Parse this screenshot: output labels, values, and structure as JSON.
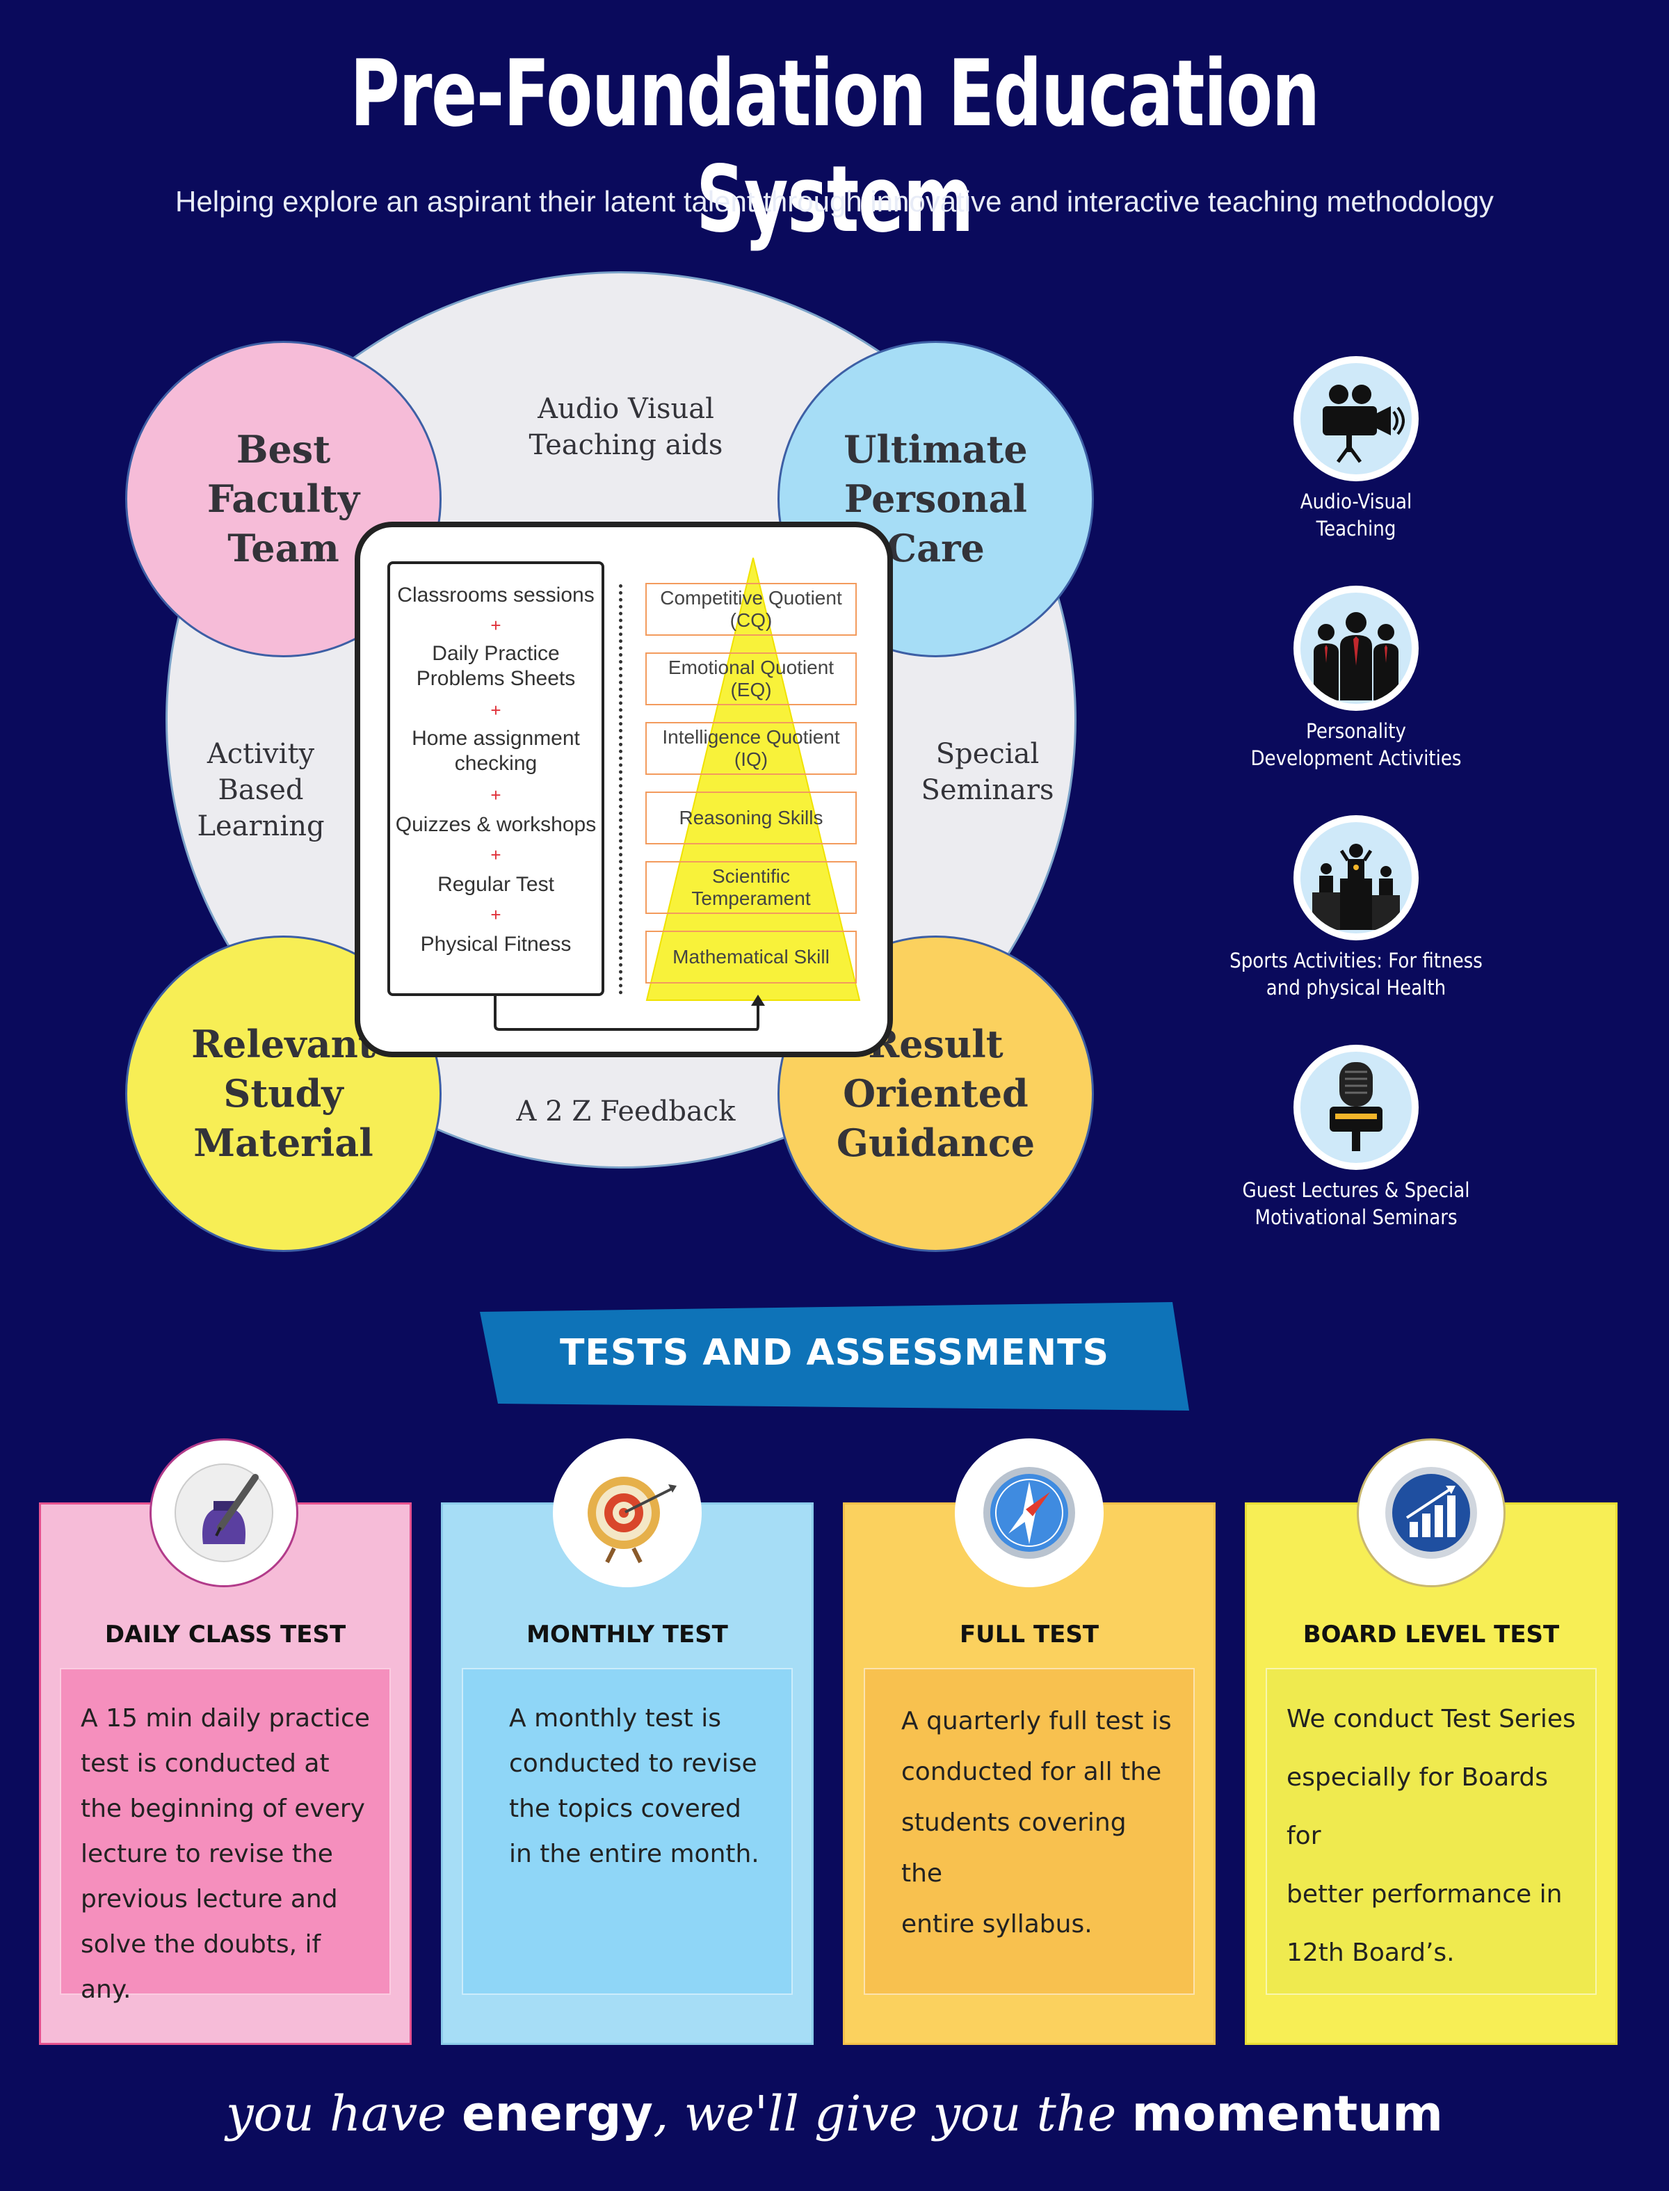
{
  "header": {
    "title": "Pre-Foundation Education System",
    "subtitle": "Helping explore an aspirant their latent talent through innovative and interactive teaching methodology"
  },
  "diagram": {
    "corner_circles": {
      "faculty": "Best\nFaculty\nTeam",
      "care": "Ultimate\nPersonal\nCare",
      "material": "Relevant\nStudy\nMaterial",
      "result": "Result\nOriented\nGuidance"
    },
    "disc_labels": {
      "audio_visual": "Audio Visual\nTeaching aids",
      "activity": "Activity\nBased\nLearning",
      "seminars": "Special\nSeminars",
      "feedback": "A 2 Z Feedback"
    },
    "inputs": [
      "Classrooms sessions",
      "Daily Practice\nProblems Sheets",
      "Home assignment\nchecking",
      "Quizzes & workshops",
      "Regular Test",
      "Physical Fitness"
    ],
    "plus_symbol": "+",
    "quotients": [
      "Competitive Quotient\n(CQ)",
      "Emotional Quotient\n(EQ)",
      "Intelligence Quotient\n(IQ)",
      "Reasoning Skills",
      "Scientific\nTemperament",
      "Mathematical Skill"
    ]
  },
  "activities": [
    {
      "label": "Audio-Visual\nTeaching",
      "icon": "video-camera-icon"
    },
    {
      "label": "Personality\nDevelopment Activities",
      "icon": "business-people-icon"
    },
    {
      "label": "Sports Activities: For fitness\nand physical Health",
      "icon": "podium-winners-icon"
    },
    {
      "label": "Guest Lectures & Special\nMotivational Seminars",
      "icon": "microphone-icon"
    }
  ],
  "tests": {
    "banner": "TESTS AND ASSESSMENTS",
    "cards": [
      {
        "title": "DAILY CLASS TEST",
        "icon": "pen-inkwell-icon",
        "body": [
          "A 15 min daily practice",
          "test is conducted at",
          "the beginning of every",
          "lecture to revise the",
          "previous lecture and",
          "solve the doubts, if any."
        ]
      },
      {
        "title": "MONTHLY TEST",
        "icon": "target-arrow-icon",
        "body": [
          "A monthly test is",
          "conducted to revise",
          "the topics covered",
          "in the entire month."
        ]
      },
      {
        "title": "FULL TEST",
        "icon": "compass-icon",
        "body": [
          "A quarterly full test is",
          "conducted for all the",
          "students covering the",
          "entire syllabus."
        ]
      },
      {
        "title": "BOARD LEVEL TEST",
        "icon": "growth-chart-icon",
        "body": [
          "We conduct Test Series",
          "especially for Boards for",
          "better performance in",
          "12th Board’s."
        ]
      }
    ]
  },
  "footer": {
    "part1": "you have ",
    "part2": "energy",
    "part3": ", we'll give you the ",
    "part4": "momentum"
  },
  "colors": {
    "background": "#0a0a5c",
    "pink": "#f6bcd8",
    "blue": "#a6ddf6",
    "yellow": "#f7ee55",
    "orange": "#fbd15e",
    "banner": "#0e73b8"
  }
}
